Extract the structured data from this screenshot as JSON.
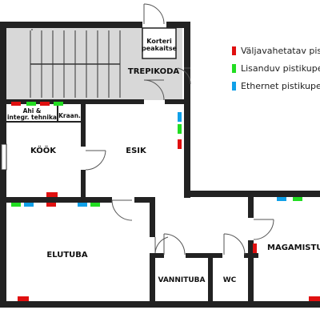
{
  "rooms": {
    "stair": "TREPIKODA",
    "panel": [
      "Korteri",
      "peakaitse"
    ],
    "oven": [
      "Ahi &",
      "integr. tehnika"
    ],
    "hood": "Kraan.",
    "kitchen": "KÖÖK",
    "hall": "ESIK",
    "living": "ELUTUBA",
    "bath": "VANNITUBA",
    "wc": "WC",
    "bedroom": "MAGAMISTU"
  },
  "legend": [
    {
      "label": "Väljavahetatav pisti",
      "color": "#e01010"
    },
    {
      "label": "Lisanduv pistikupesa",
      "color": "#22dd22"
    },
    {
      "label": "Ethernet pistikupesa",
      "color": "#10a0e8"
    }
  ]
}
